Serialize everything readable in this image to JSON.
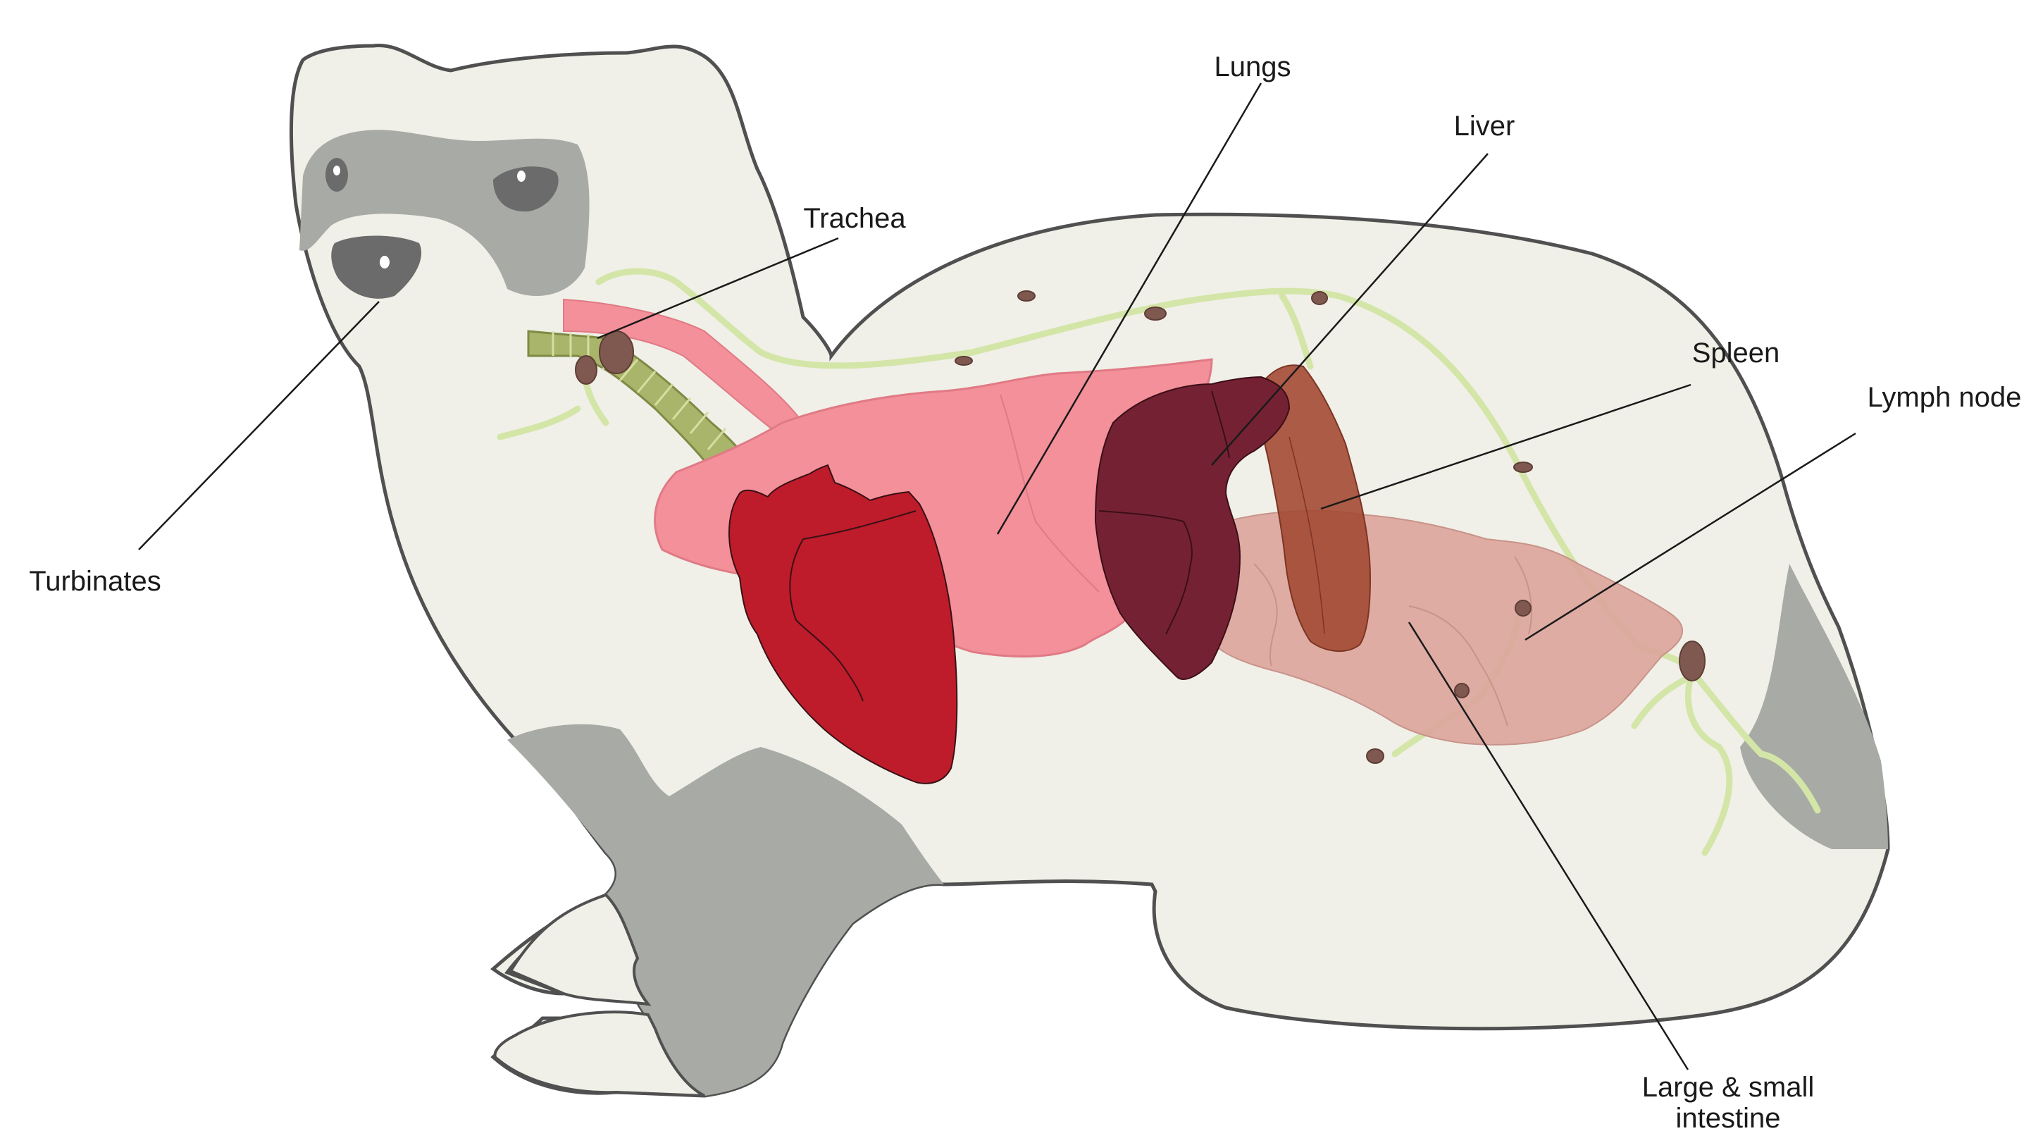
{
  "labels": {
    "lungs": "Lungs",
    "liver": "Liver",
    "trachea": "Trachea",
    "spleen": "Spleen",
    "lymph_node": "Lymph node",
    "turbinates": "Turbinates",
    "intestine_line1": "Large & small",
    "intestine_line2": "intestine"
  },
  "colors": {
    "body_fill": "#f0f0e8",
    "fur_gray": "#a8aaa5",
    "outline": "#505050",
    "eye_dark": "#6b6b6b",
    "lung_pink": "#f3909a",
    "heart_red": "#be1c2b",
    "liver_dark": "#742233",
    "spleen_brown": "#a34a34",
    "intestine_pink": "#dba49b",
    "lymph_vessel": "#d4e5a8",
    "trachea_green": "#a9b56a",
    "lymph_node": "#7f5950"
  }
}
